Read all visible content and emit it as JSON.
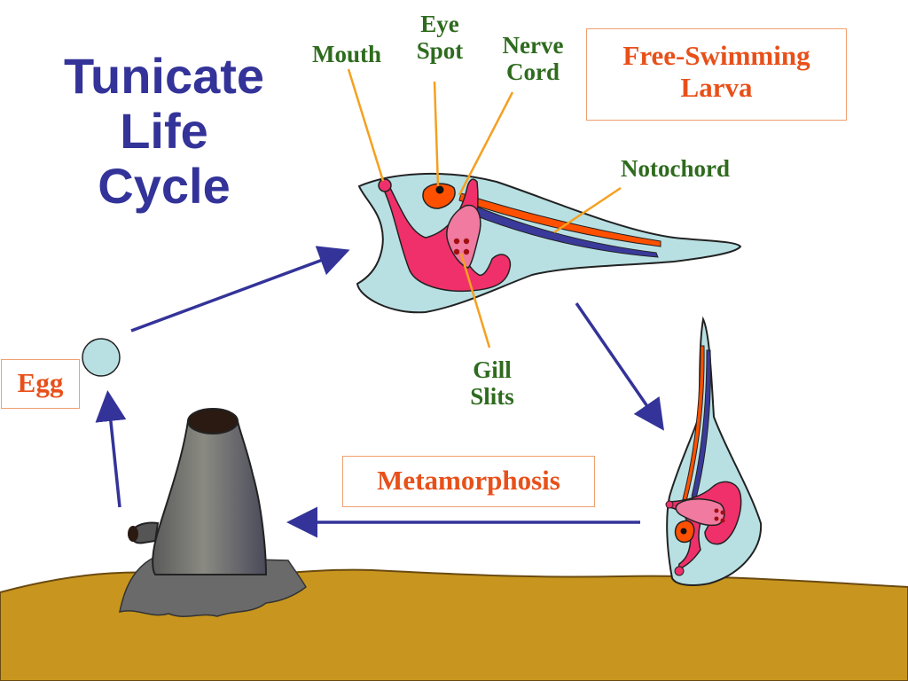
{
  "title": {
    "line1": "Tunicate",
    "line2": "Life",
    "line3": "Cycle"
  },
  "boxes": {
    "larva": {
      "line1": "Free-Swimming",
      "line2": "Larva"
    },
    "egg": "Egg",
    "metamorphosis": "Metamorphosis"
  },
  "labels": {
    "mouth": "Mouth",
    "eye_spot": {
      "line1": "Eye",
      "line2": "Spot"
    },
    "nerve_cord": {
      "line1": "Nerve",
      "line2": "Cord"
    },
    "notochord": "Notochord",
    "gill_slits": {
      "line1": "Gill",
      "line2": "Slits"
    }
  },
  "colors": {
    "title": "#333399",
    "label_text": "#2e6b1e",
    "box_text": "#e8501a",
    "arrow": "#333399",
    "leader_line": "#f5a020",
    "body_fill": "#b8e0e3",
    "pharynx": "#f0306a",
    "gill_region": "#f07aa0",
    "nerve_cord": "#ff5000",
    "notochord": "#3a3a9a",
    "ground": "#c8961e",
    "adult_body": "#6e6e6e"
  }
}
